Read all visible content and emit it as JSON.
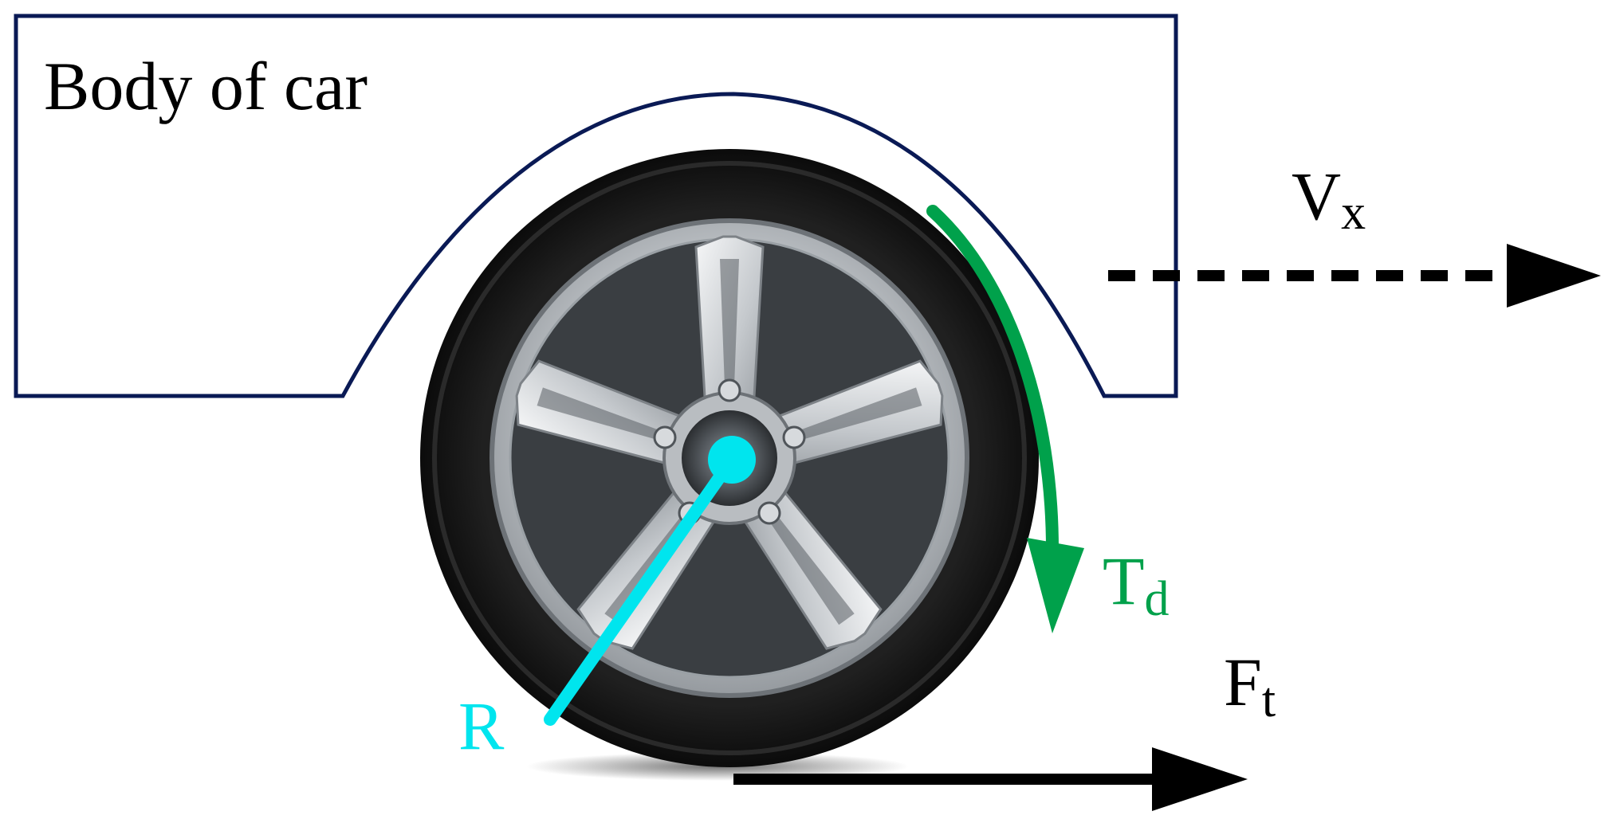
{
  "labels": {
    "body_of_car": "Body of car",
    "vx_main": "V",
    "vx_sub": "x",
    "td_main": "T",
    "td_sub": "d",
    "ft_main": "F",
    "ft_sub": "t",
    "radius": "R"
  },
  "colors": {
    "body_outline": "#0a1a55",
    "torque_arrow": "#00a14b",
    "radius_line": "#00e5ee",
    "force_arrow": "#000000",
    "velocity_arrow": "#000000",
    "tire": "#161616",
    "rim": "#c9cdd1",
    "text": "#000000"
  }
}
